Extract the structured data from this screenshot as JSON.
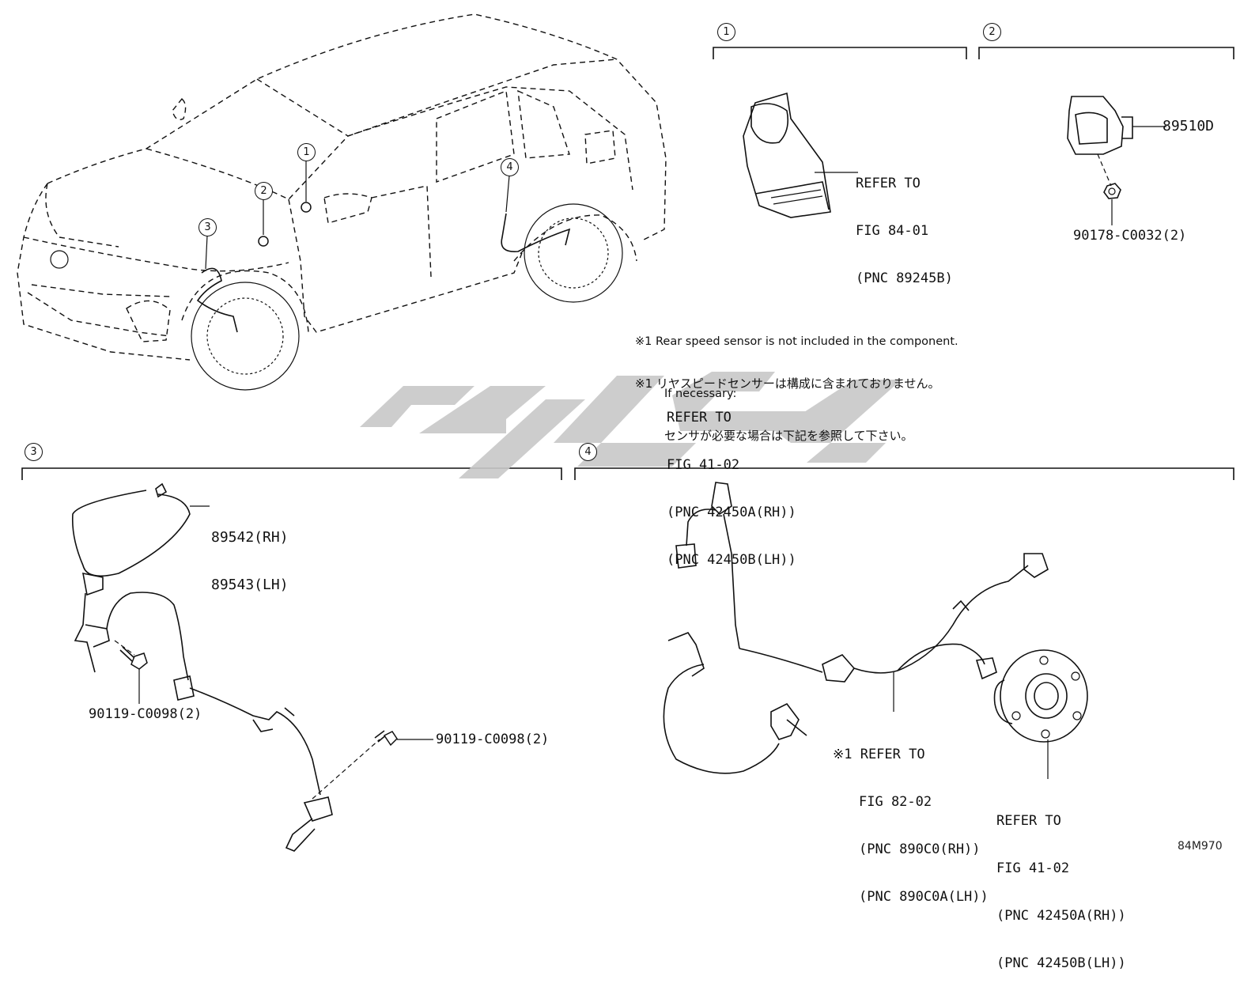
{
  "callouts": {
    "c1": "1",
    "c2": "2",
    "c3": "3",
    "c4": "4"
  },
  "section_headers": {
    "s1": "1",
    "s2": "2",
    "s3": "3",
    "s4": "4"
  },
  "sec1": {
    "ref_lines": [
      "REFER TO",
      "FIG 84-01",
      "(PNC 89245B)"
    ]
  },
  "sec2": {
    "part_main": "89510D",
    "part_nut": "90178-C0032(2)"
  },
  "notes": {
    "en_line1": "※1 Rear speed sensor is not included in the component.",
    "en_line2": "If necessary:",
    "jp_line1": "※1 リヤスピードセンサーは構成に含まれておりません。",
    "jp_line2": "センサが必要な場合は下記を参照して下さい。",
    "ref_lines": [
      "REFER TO",
      "FIG 41-02",
      "(PNC 42450A(RH))",
      "(PNC 42450B(LH))"
    ]
  },
  "sec3": {
    "part_rh": "89542(RH)",
    "part_lh": "89543(LH)",
    "bolt_a": "90119-C0098(2)",
    "bolt_b": "90119-C0098(2)"
  },
  "sec4": {
    "ref_a": [
      "※1 REFER TO",
      "FIG 82-02",
      "(PNC 890C0(RH))",
      "(PNC 890C0A(LH))"
    ],
    "ref_b": [
      "REFER TO",
      "FIG 41-02",
      "(PNC 42450A(RH))",
      "(PNC 42450B(LH))"
    ]
  },
  "figure_code": "84M970"
}
